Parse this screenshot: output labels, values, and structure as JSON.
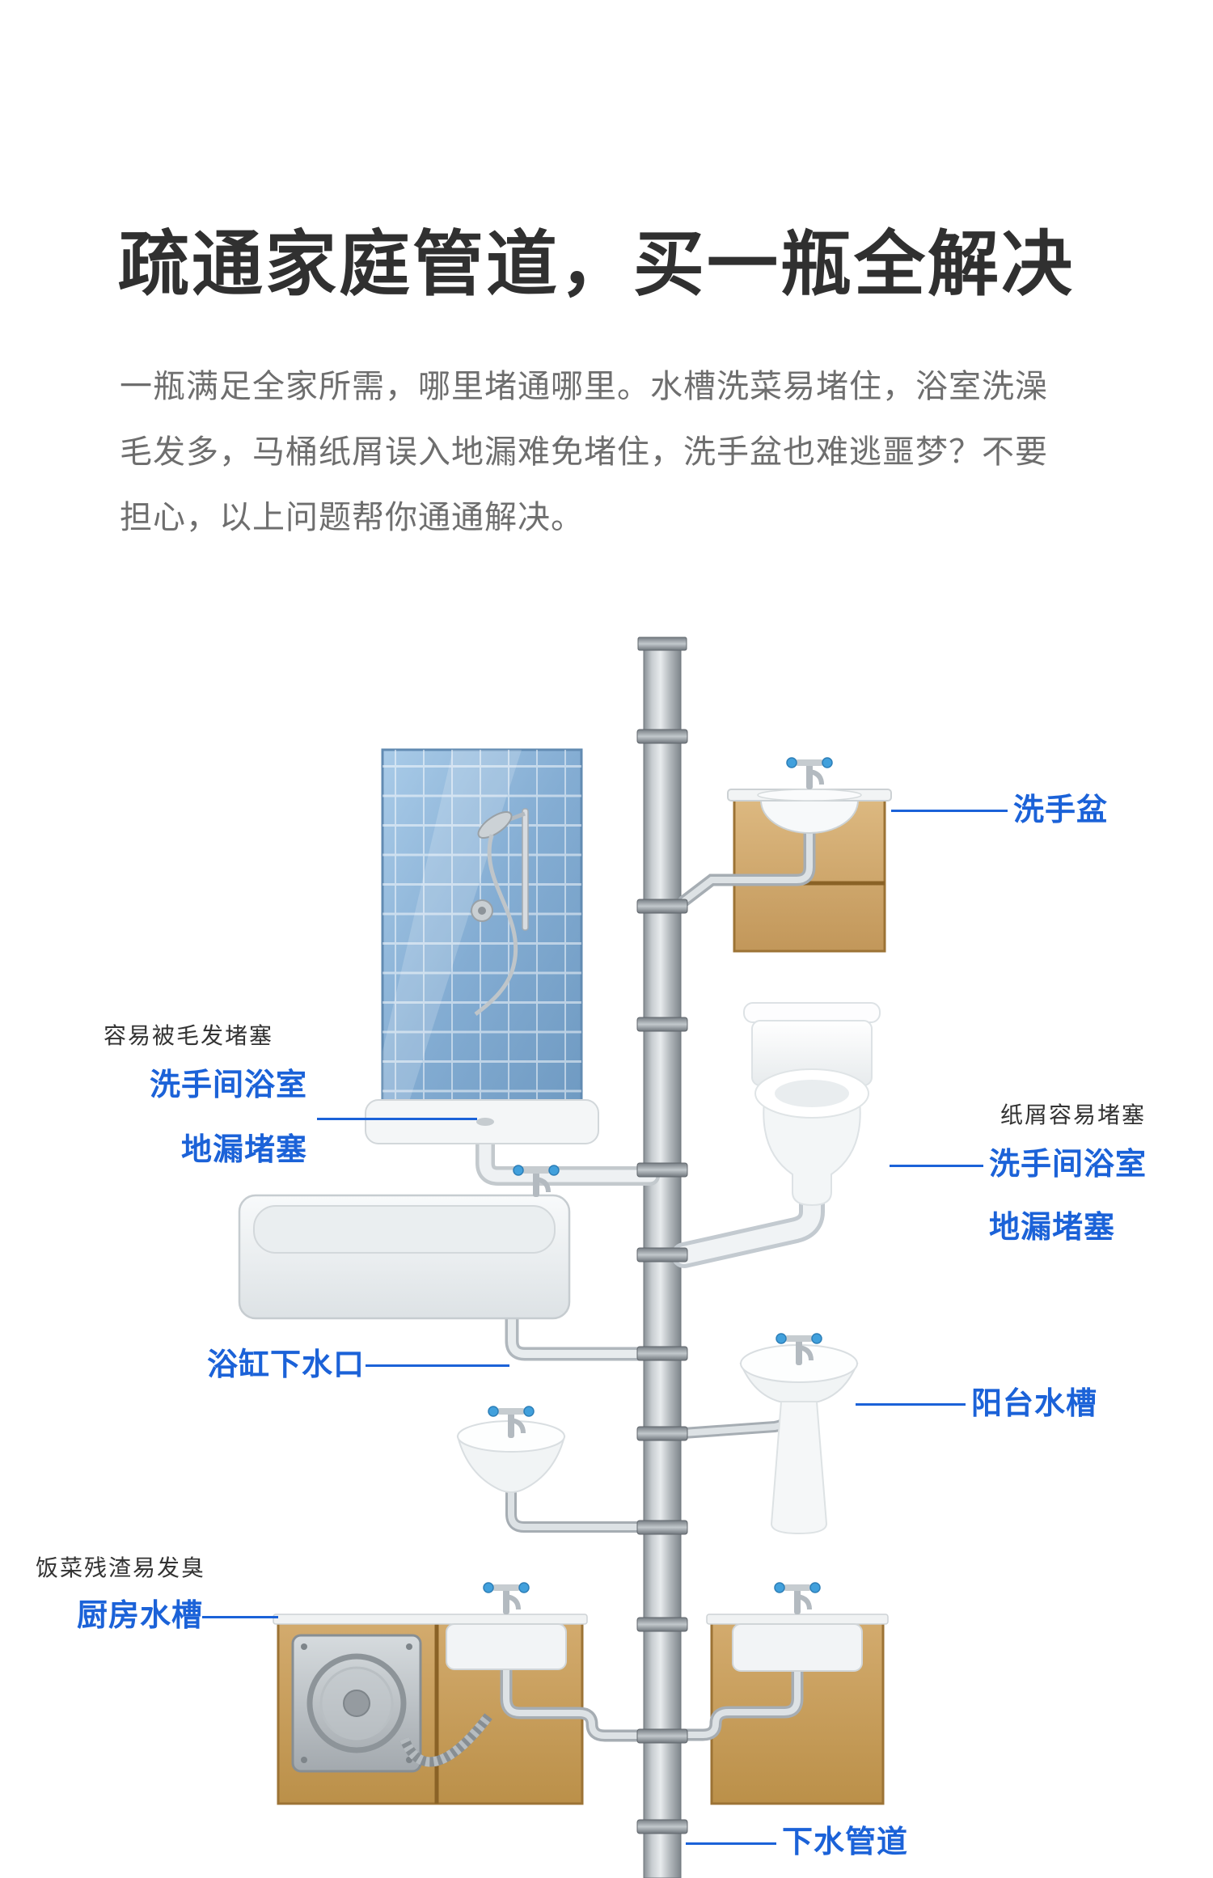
{
  "theme": {
    "accent_blue": "#1b62d8",
    "title_color": "#303030",
    "body_color": "#6e6e6e",
    "note_color": "#333333"
  },
  "header": {
    "title": "疏通家庭管道，买一瓶全解决",
    "intro_lines": [
      "一瓶满足全家所需，哪里堵通哪里。水槽洗菜易堵住，浴室洗澡",
      "毛发多，马桶纸屑误入地漏难免堵住，洗手盆也难逃噩梦？不要",
      "担心，以上问题帮你通通解决。"
    ]
  },
  "callouts": {
    "basin": {
      "label": "洗手盆"
    },
    "shower": {
      "note": "容易被毛发堵塞",
      "label_line1": "洗手间浴室",
      "label_line2": "地漏堵塞"
    },
    "toilet": {
      "note": "纸屑容易堵塞",
      "label_line1": "洗手间浴室",
      "label_line2": "地漏堵塞"
    },
    "bathtub": {
      "label": "浴缸下水口"
    },
    "balcony": {
      "label": "阳台水槽"
    },
    "kitchen": {
      "note": "饭菜残渣易发臭",
      "label": "厨房水槽"
    },
    "sewer": {
      "label": "下水管道"
    }
  },
  "diagram": {
    "fixtures": [
      "shower-unit",
      "washbasin-cabinet",
      "toilet",
      "bathtub",
      "wall-sink",
      "balcony-sink",
      "kitchen-cabinet",
      "kitchen-cabinet-right",
      "main-drain-pipe"
    ]
  }
}
